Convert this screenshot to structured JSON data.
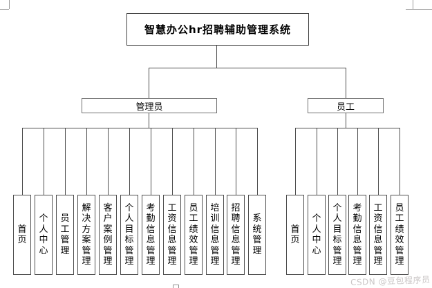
{
  "title": "智慧办公hr招聘辅助管理系统",
  "tree": {
    "root": "智慧办公hr招聘辅助管理系统",
    "branches": [
      {
        "label": "管理员",
        "children": [
          "首页",
          "个人中心",
          "员工管理",
          "解决方案管理",
          "客户案例管理",
          "个人目标管理",
          "考勤信息管理",
          "工资信息管理",
          "员工绩效管理",
          "培训信息管理",
          "招聘信息管理",
          "系统管理"
        ]
      },
      {
        "label": "员工",
        "children": [
          "首页",
          "个人中心",
          "个人目标管理",
          "考勤信息管理",
          "工资信息管理",
          "员工绩效管理"
        ]
      }
    ]
  },
  "watermark": "CSDN @豆包程序员",
  "colors": {
    "background": "#ffffff",
    "line": "#4c4c4c",
    "box_border": "#5f5f5f",
    "text": "#000000",
    "watermark": "#cac6c6"
  }
}
